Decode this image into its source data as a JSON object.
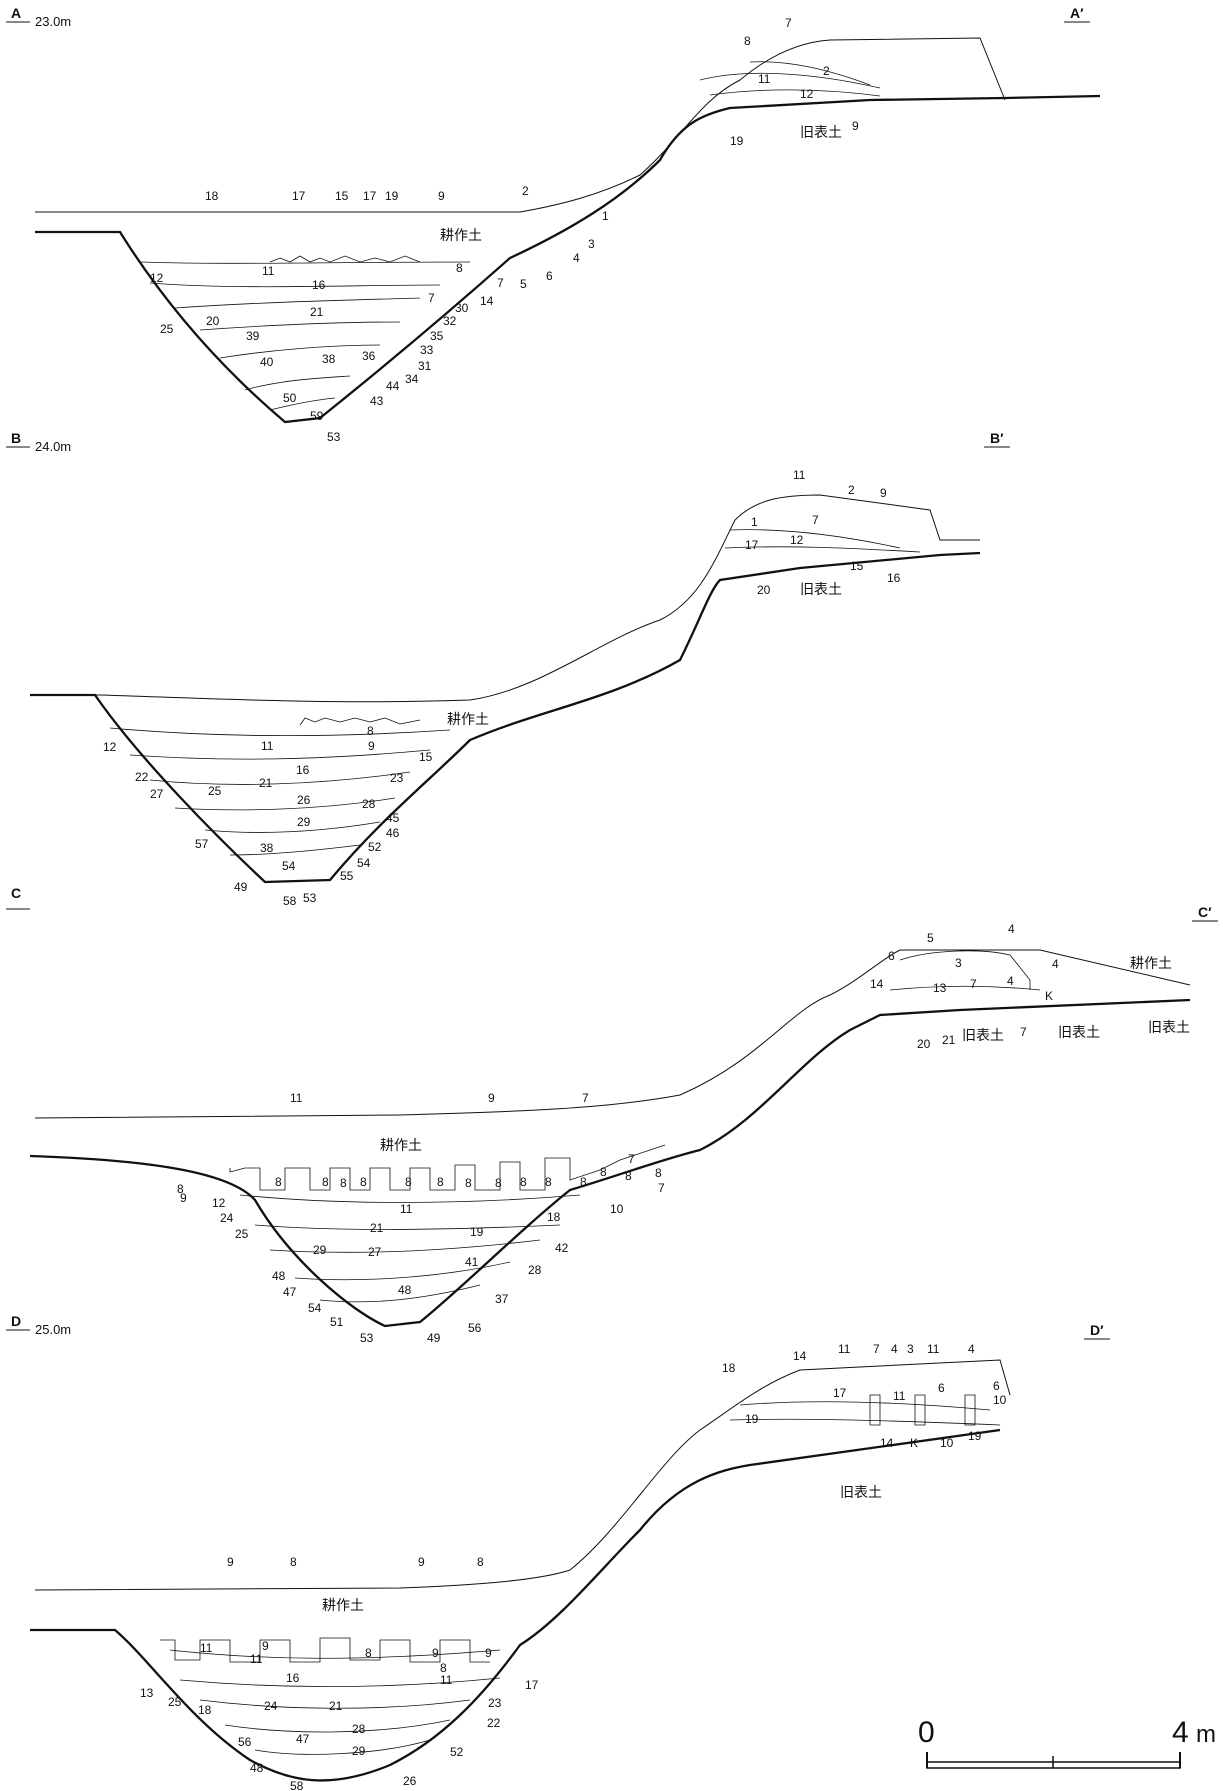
{
  "sections": [
    {
      "id": "A",
      "start": "A",
      "end": "A′",
      "elevation": "23.0m",
      "cultivated": "耕作土",
      "old_surface": "旧表土",
      "labels": [
        "18",
        "17",
        "15",
        "17",
        "19",
        "9",
        "2",
        "1",
        "3",
        "4",
        "8",
        "6",
        "5",
        "14",
        "7",
        "11",
        "12",
        "16",
        "21",
        "7",
        "30",
        "32",
        "25",
        "20",
        "39",
        "35",
        "33",
        "31",
        "40",
        "38",
        "36",
        "34",
        "44",
        "43",
        "50",
        "59",
        "53",
        "8",
        "7",
        "2",
        "11",
        "12",
        "9",
        "19"
      ]
    },
    {
      "id": "B",
      "start": "B",
      "end": "B′",
      "elevation": "24.0m",
      "cultivated": "耕作土",
      "old_surface": "旧表土",
      "labels": [
        "11",
        "2",
        "9",
        "7",
        "1",
        "12",
        "17",
        "15",
        "16",
        "20",
        "8",
        "9",
        "11",
        "12",
        "15",
        "16",
        "22",
        "21",
        "23",
        "25",
        "27",
        "26",
        "28",
        "29",
        "45",
        "46",
        "57",
        "38",
        "52",
        "54",
        "54",
        "55",
        "49",
        "58",
        "53"
      ]
    },
    {
      "id": "C",
      "start": "C",
      "end": "C′",
      "elevation": "",
      "cultivated": "耕作土",
      "old_surface": "旧表土",
      "cultivated_right": "耕作土",
      "old_surface_right": "旧表土",
      "old_surface_right2": "旧表土",
      "labels": [
        "5",
        "4",
        "6",
        "3",
        "4",
        "14",
        "13",
        "7",
        "4",
        "K",
        "20",
        "21",
        "7",
        "11",
        "9",
        "7",
        "8",
        "8",
        "8",
        "8",
        "8",
        "8",
        "8",
        "8",
        "8",
        "8",
        "8",
        "8",
        "8",
        "7",
        "8",
        "7",
        "12",
        "10",
        "24",
        "11",
        "18",
        "25",
        "21",
        "19",
        "42",
        "29",
        "27",
        "28",
        "41",
        "48",
        "47",
        "54",
        "48",
        "37",
        "51",
        "53",
        "49",
        "56",
        "9",
        "8"
      ]
    },
    {
      "id": "D",
      "start": "D",
      "end": "D′",
      "elevation": "25.0m",
      "cultivated": "耕作土",
      "old_surface": "旧表土",
      "labels": [
        "14",
        "11",
        "7",
        "4",
        "3",
        "11",
        "4",
        "18",
        "17",
        "6",
        "11",
        "6",
        "10",
        "19",
        "14",
        "K",
        "10",
        "19",
        "9",
        "8",
        "9",
        "8",
        "11",
        "9",
        "8",
        "9",
        "11",
        "8",
        "9",
        "16",
        "11",
        "17",
        "13",
        "25",
        "18",
        "24",
        "21",
        "23",
        "22",
        "28",
        "56",
        "47",
        "29",
        "52",
        "48",
        "26",
        "58"
      ]
    }
  ],
  "scale": {
    "zero": "0",
    "max": "4",
    "unit": "m"
  }
}
